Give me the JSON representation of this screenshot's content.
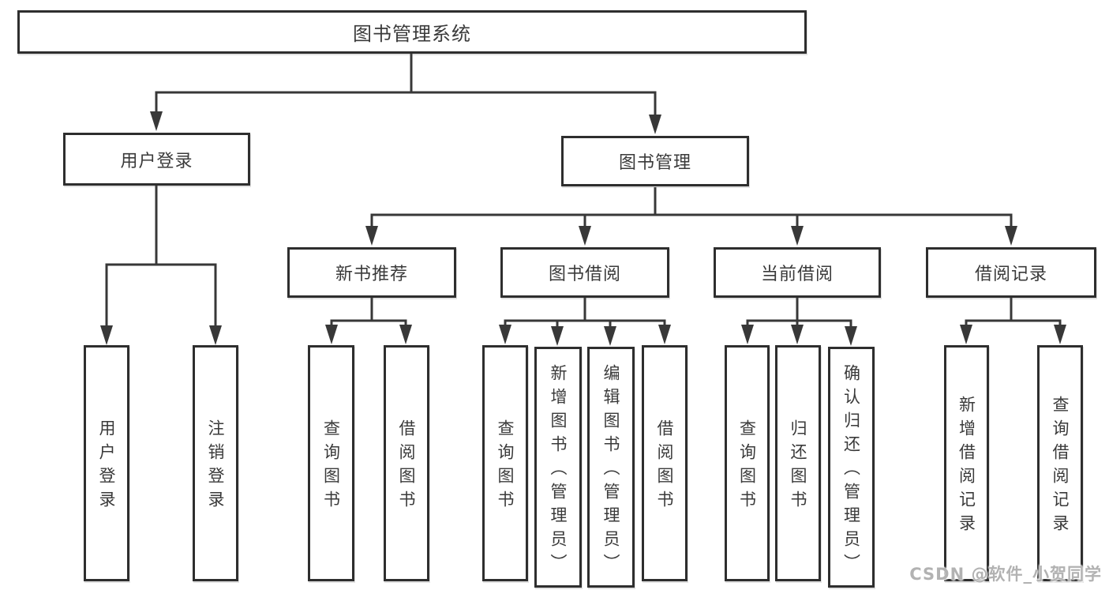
{
  "diagram": {
    "title": "图书管理系统",
    "type": "hierarchy-flowchart"
  },
  "nodes": {
    "root": {
      "label": "图书管理系统"
    },
    "user_login": {
      "label": "用户登录"
    },
    "book_mgmt": {
      "label": "图书管理"
    },
    "new_book_rec": {
      "label": "新书推荐"
    },
    "book_borrow": {
      "label": "图书借阅"
    },
    "current_borrow": {
      "label": "当前借阅"
    },
    "borrow_records": {
      "label": "借阅记录"
    },
    "leaf_login": {
      "label": "用户登录"
    },
    "leaf_logout": {
      "label": "注销登录"
    },
    "leaf_nb_query": {
      "label": "查询图书"
    },
    "leaf_nb_borrow": {
      "label": "借阅图书"
    },
    "leaf_bb_query": {
      "label": "查询图书"
    },
    "leaf_bb_add": {
      "label": "新增图书（管理员）"
    },
    "leaf_bb_edit": {
      "label": "编辑图书（管理员）"
    },
    "leaf_bb_borrow": {
      "label": "借阅图书"
    },
    "leaf_cb_query": {
      "label": "查询图书"
    },
    "leaf_cb_return": {
      "label": "归还图书"
    },
    "leaf_cb_confirm": {
      "label": "确认归还（管理员）"
    },
    "leaf_br_add": {
      "label": "新增借阅记录"
    },
    "leaf_br_query": {
      "label": "查询借阅记录"
    }
  },
  "watermark": {
    "text": "CSDN @软件_小贺同学"
  },
  "colors": {
    "background": "#ffffff",
    "line": "#383838",
    "box_border": "#2e2e2e",
    "text": "#3a3a3a",
    "watermark": "#b2b2b2"
  }
}
